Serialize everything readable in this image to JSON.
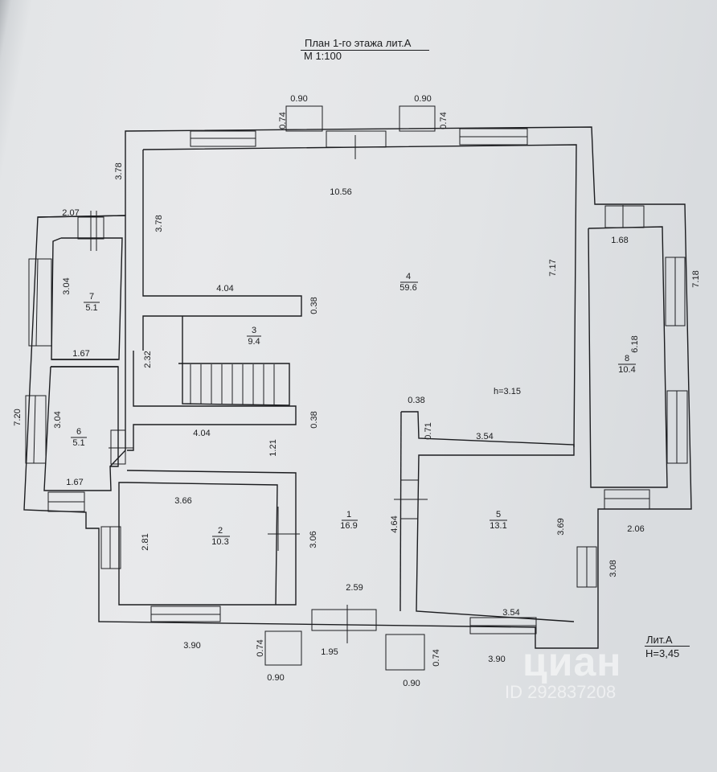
{
  "header": {
    "title": "План 1-го этажа лит.А",
    "scale": "М 1:100"
  },
  "rooms": [
    {
      "num": "1",
      "area": "16.9"
    },
    {
      "num": "2",
      "area": "10.3"
    },
    {
      "num": "3",
      "area": "9.4"
    },
    {
      "num": "4",
      "area": "59.6"
    },
    {
      "num": "5",
      "area": "13.1"
    },
    {
      "num": "6",
      "area": "5.1"
    },
    {
      "num": "7",
      "area": "5.1"
    },
    {
      "num": "8",
      "area": "10.4"
    }
  ],
  "dimensions": [
    "0.90",
    "0.74",
    "0.90",
    "0.74",
    "3.78",
    "10.56",
    "2.07",
    "3.78",
    "7.17",
    "1.68",
    "7.18",
    "4.04",
    "0.38",
    "3.04",
    "1.67",
    "2.32",
    "6.18",
    "7.20",
    "0.38",
    "h=3.15",
    "3.04",
    "4.04",
    "0.38",
    "0.71",
    "3.54",
    "1.21",
    "1.67",
    "3.66",
    "4.64",
    "2.81",
    "3.06",
    "3.69",
    "2.06",
    "3.08",
    "2.59",
    "3.54",
    "3.90",
    "0.74",
    "1.95",
    "0.74",
    "3.90",
    "0.90",
    "0.90"
  ],
  "stamp": {
    "lit": "Лит.А",
    "height": "Н=3,45"
  },
  "watermark": {
    "brand": "циан",
    "id": "ID 292837208"
  }
}
